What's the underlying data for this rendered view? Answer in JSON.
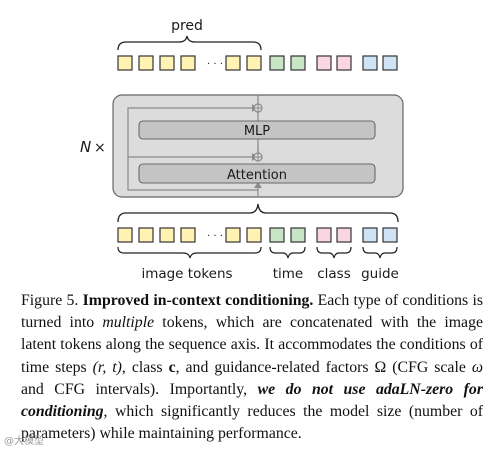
{
  "diagram": {
    "pred_label": "pred",
    "n_label": "N",
    "times_symbol": "×",
    "ellipsis": "· · ·",
    "mlp_label": "MLP",
    "attention_label": "Attention",
    "plus_symbol": "⊕",
    "group_labels": {
      "image": "image tokens",
      "time": "time",
      "class": "class",
      "guide": "guide"
    },
    "colors": {
      "image_token": "#fff2b3",
      "time_token": "#c8e6c5",
      "class_token": "#f9d6e0",
      "guide_token": "#cfe3f5",
      "block_fill": "#dcdcdc",
      "inner_box_fill": "#c4c4c4"
    }
  },
  "caption": {
    "figure_label": "Figure 5.",
    "title": "Improved in-context conditioning.",
    "text_1": " Each type of conditions is turned into ",
    "italic_1": "multiple",
    "text_2": " tokens, which are concatenated with the image latent tokens along the sequence axis. It accommodates the conditions of time steps ",
    "math_1": "(r, t)",
    "text_3": ", class ",
    "bold_c": "c",
    "text_4": ", and guidance-related factors Ω (CFG scale ",
    "math_omega": "ω",
    "text_5": " and CFG intervals). Importantly, ",
    "bold_italic": "we do not use adaLN-zero for conditioning",
    "text_6": ", which significantly reduces the model size (number of parameters) while maintaining performance."
  },
  "watermark": "@大模型"
}
